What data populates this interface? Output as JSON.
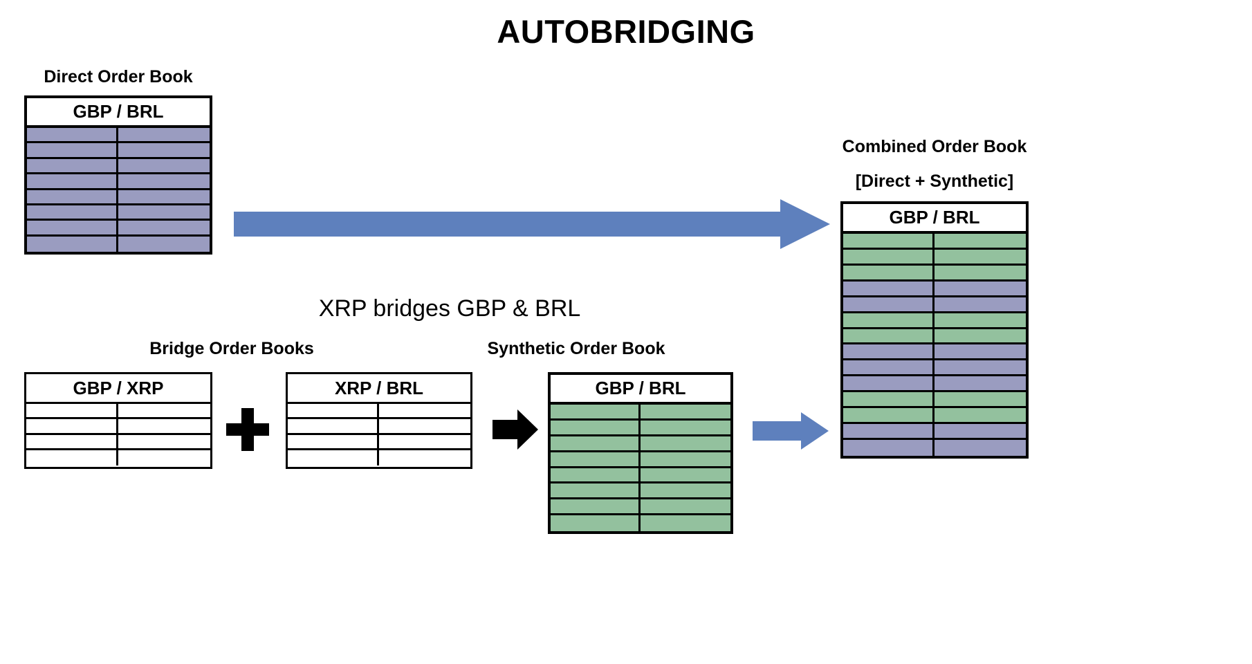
{
  "page": {
    "title": "AUTOBRIDGING"
  },
  "subtitle": {
    "text": "XRP bridges GBP & BRL"
  },
  "colors": {
    "direct_fill": "#9A9CC0",
    "synthetic_fill": "#93C19E",
    "arrow_blue": "#5E80BD",
    "arrow_black": "#000000",
    "border": "#000000",
    "background": "#FFFFFF"
  },
  "books": {
    "direct": {
      "label": "Direct Order Book",
      "header": "GBP / BRL",
      "columns": 2,
      "row_count": 8,
      "row_fills": [
        "purple",
        "purple",
        "purple",
        "purple",
        "purple",
        "purple",
        "purple",
        "purple"
      ]
    },
    "bridge_group": {
      "label": "Bridge Order Books",
      "books": [
        {
          "header": "GBP / XRP",
          "columns": 2,
          "row_count": 4,
          "row_fills": [
            "white",
            "white",
            "white",
            "white"
          ]
        },
        {
          "header": "XRP / BRL",
          "columns": 2,
          "row_count": 4,
          "row_fills": [
            "white",
            "white",
            "white",
            "white"
          ]
        }
      ],
      "operator": "+"
    },
    "synthetic": {
      "label": "Synthetic Order Book",
      "header": "GBP / BRL",
      "columns": 2,
      "row_count": 8,
      "row_fills": [
        "green",
        "green",
        "green",
        "green",
        "green",
        "green",
        "green",
        "green"
      ]
    },
    "combined": {
      "label_line1": "Combined Order Book",
      "label_line2": "[Direct + Synthetic]",
      "header": "GBP / BRL",
      "columns": 2,
      "row_count": 14,
      "row_fills": [
        "green",
        "green",
        "green",
        "purple",
        "purple",
        "green",
        "green",
        "purple",
        "purple",
        "purple",
        "green",
        "green",
        "purple",
        "purple"
      ]
    }
  },
  "arrows": {
    "direct_to_combined": "arrow-right-icon",
    "bridge_to_synthetic": "arrow-right-icon",
    "synthetic_to_combined": "arrow-right-icon",
    "plus": "plus-icon"
  }
}
